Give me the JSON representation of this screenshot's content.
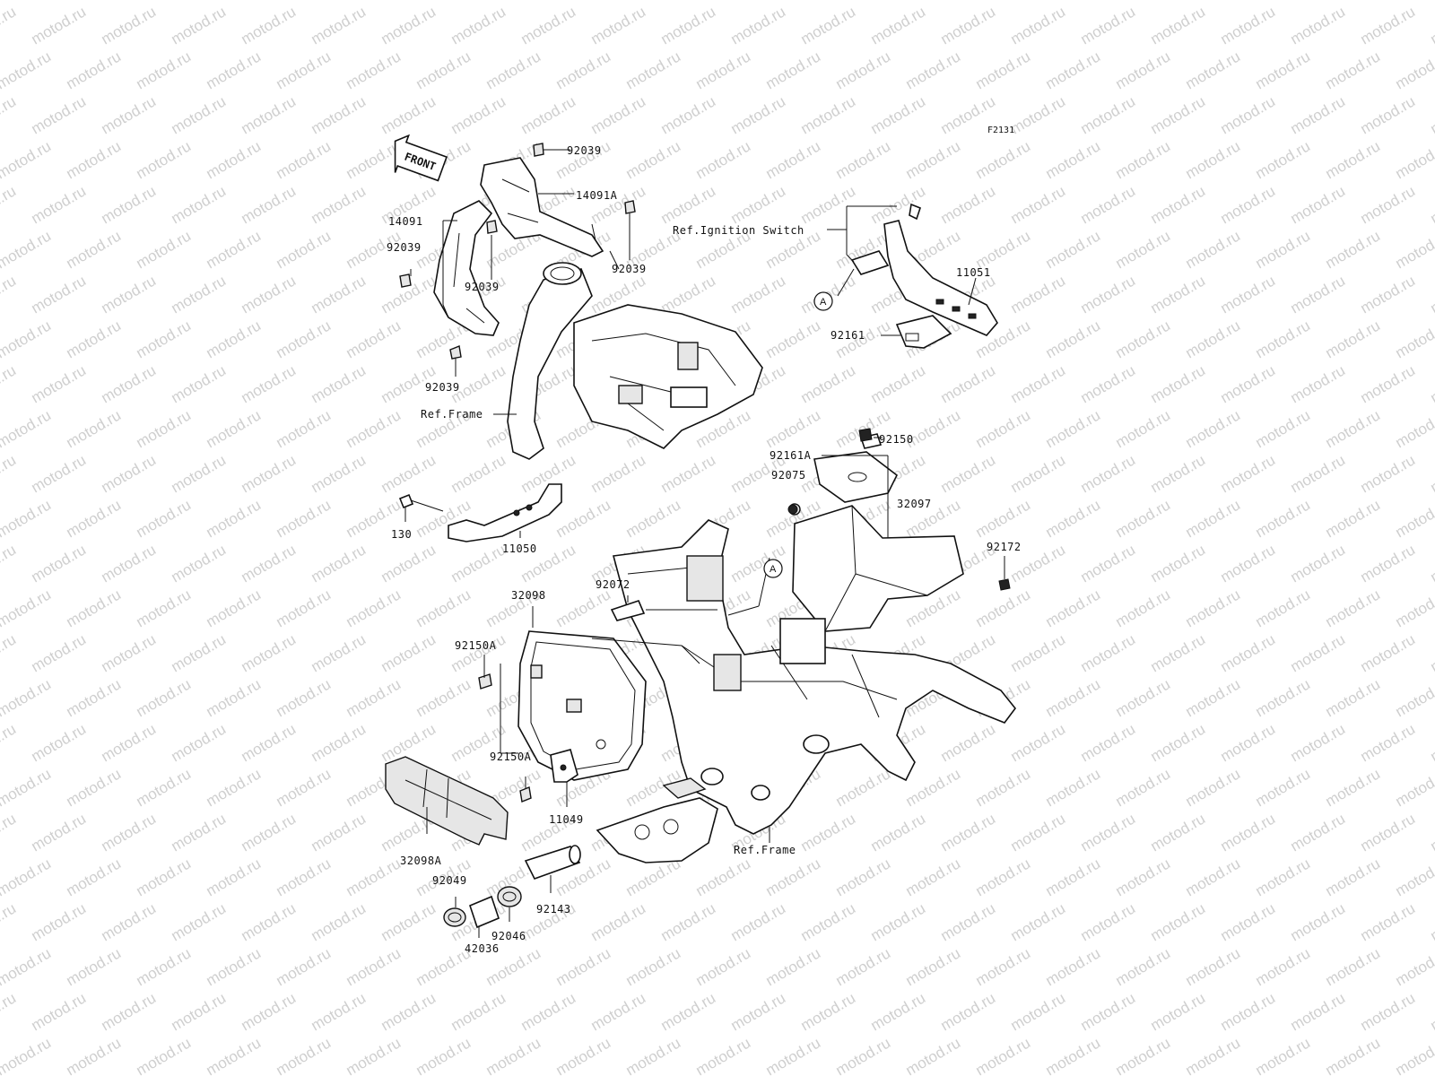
{
  "figure_id": "F2131",
  "front_label": "FRONT",
  "watermark_text": "motod.ru",
  "ref_labels": {
    "ignition": "Ref.Ignition Switch",
    "frame_upper": "Ref.Frame",
    "frame_lower": "Ref.Frame"
  },
  "marker": "A",
  "parts": [
    "92039",
    "14091A",
    "14091",
    "92039",
    "92039",
    "92039",
    "92039",
    "11051",
    "92161",
    "92150",
    "92161A",
    "92075",
    "32097",
    "92172",
    "130",
    "11050",
    "32098",
    "92072",
    "92150A",
    "92150A",
    "11049",
    "32098A",
    "92049",
    "92143",
    "92046",
    "42036"
  ]
}
